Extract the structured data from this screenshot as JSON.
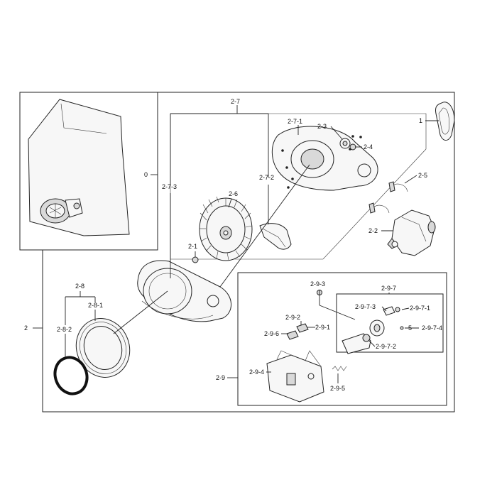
{
  "labels": {
    "l0": "0",
    "l1": "1",
    "l2": "2",
    "l2_1": "2-1",
    "l2_2": "2-2",
    "l2_3": "2-3",
    "l2_4": "2-4",
    "l2_5": "2-5",
    "l2_6": "2-6",
    "l2_7": "2-7",
    "l2_7_1": "2-7-1",
    "l2_7_2": "2-7-2",
    "l2_7_3": "2-7-3",
    "l2_8": "2-8",
    "l2_8_1": "2-8-1",
    "l2_8_2": "2-8-2",
    "l2_9": "2-9",
    "l2_9_1": "2-9-1",
    "l2_9_2": "2-9-2",
    "l2_9_3": "2-9-3",
    "l2_9_4": "2-9-4",
    "l2_9_5": "2-9-5",
    "l2_9_6": "2-9-6",
    "l2_9_7": "2-9-7",
    "l2_9_7_1": "2-9-7-1",
    "l2_9_7_2": "2-9-7-2",
    "l2_9_7_3": "2-9-7-3",
    "l2_9_7_4": "2-9-7-4",
    "l5": "5"
  },
  "parts": [
    {
      "name": "cover-panel-assembly",
      "ref": "0"
    },
    {
      "name": "drive-belt",
      "ref": "1"
    },
    {
      "name": "drive-assembly",
      "ref": "2"
    },
    {
      "name": "fan-nut",
      "ref": "2-1"
    },
    {
      "name": "drive-motor",
      "ref": "2-2"
    },
    {
      "name": "idler-pulley",
      "ref": "2-3"
    },
    {
      "name": "pulley-clip",
      "ref": "2-4"
    },
    {
      "name": "motor-clamp",
      "ref": "2-5"
    },
    {
      "name": "blower-wheel",
      "ref": "2-6"
    },
    {
      "name": "blower-housing-assembly",
      "ref": "2-7"
    },
    {
      "name": "duct-seal",
      "ref": "2-8"
    },
    {
      "name": "idler-assembly",
      "ref": "2-9"
    }
  ]
}
